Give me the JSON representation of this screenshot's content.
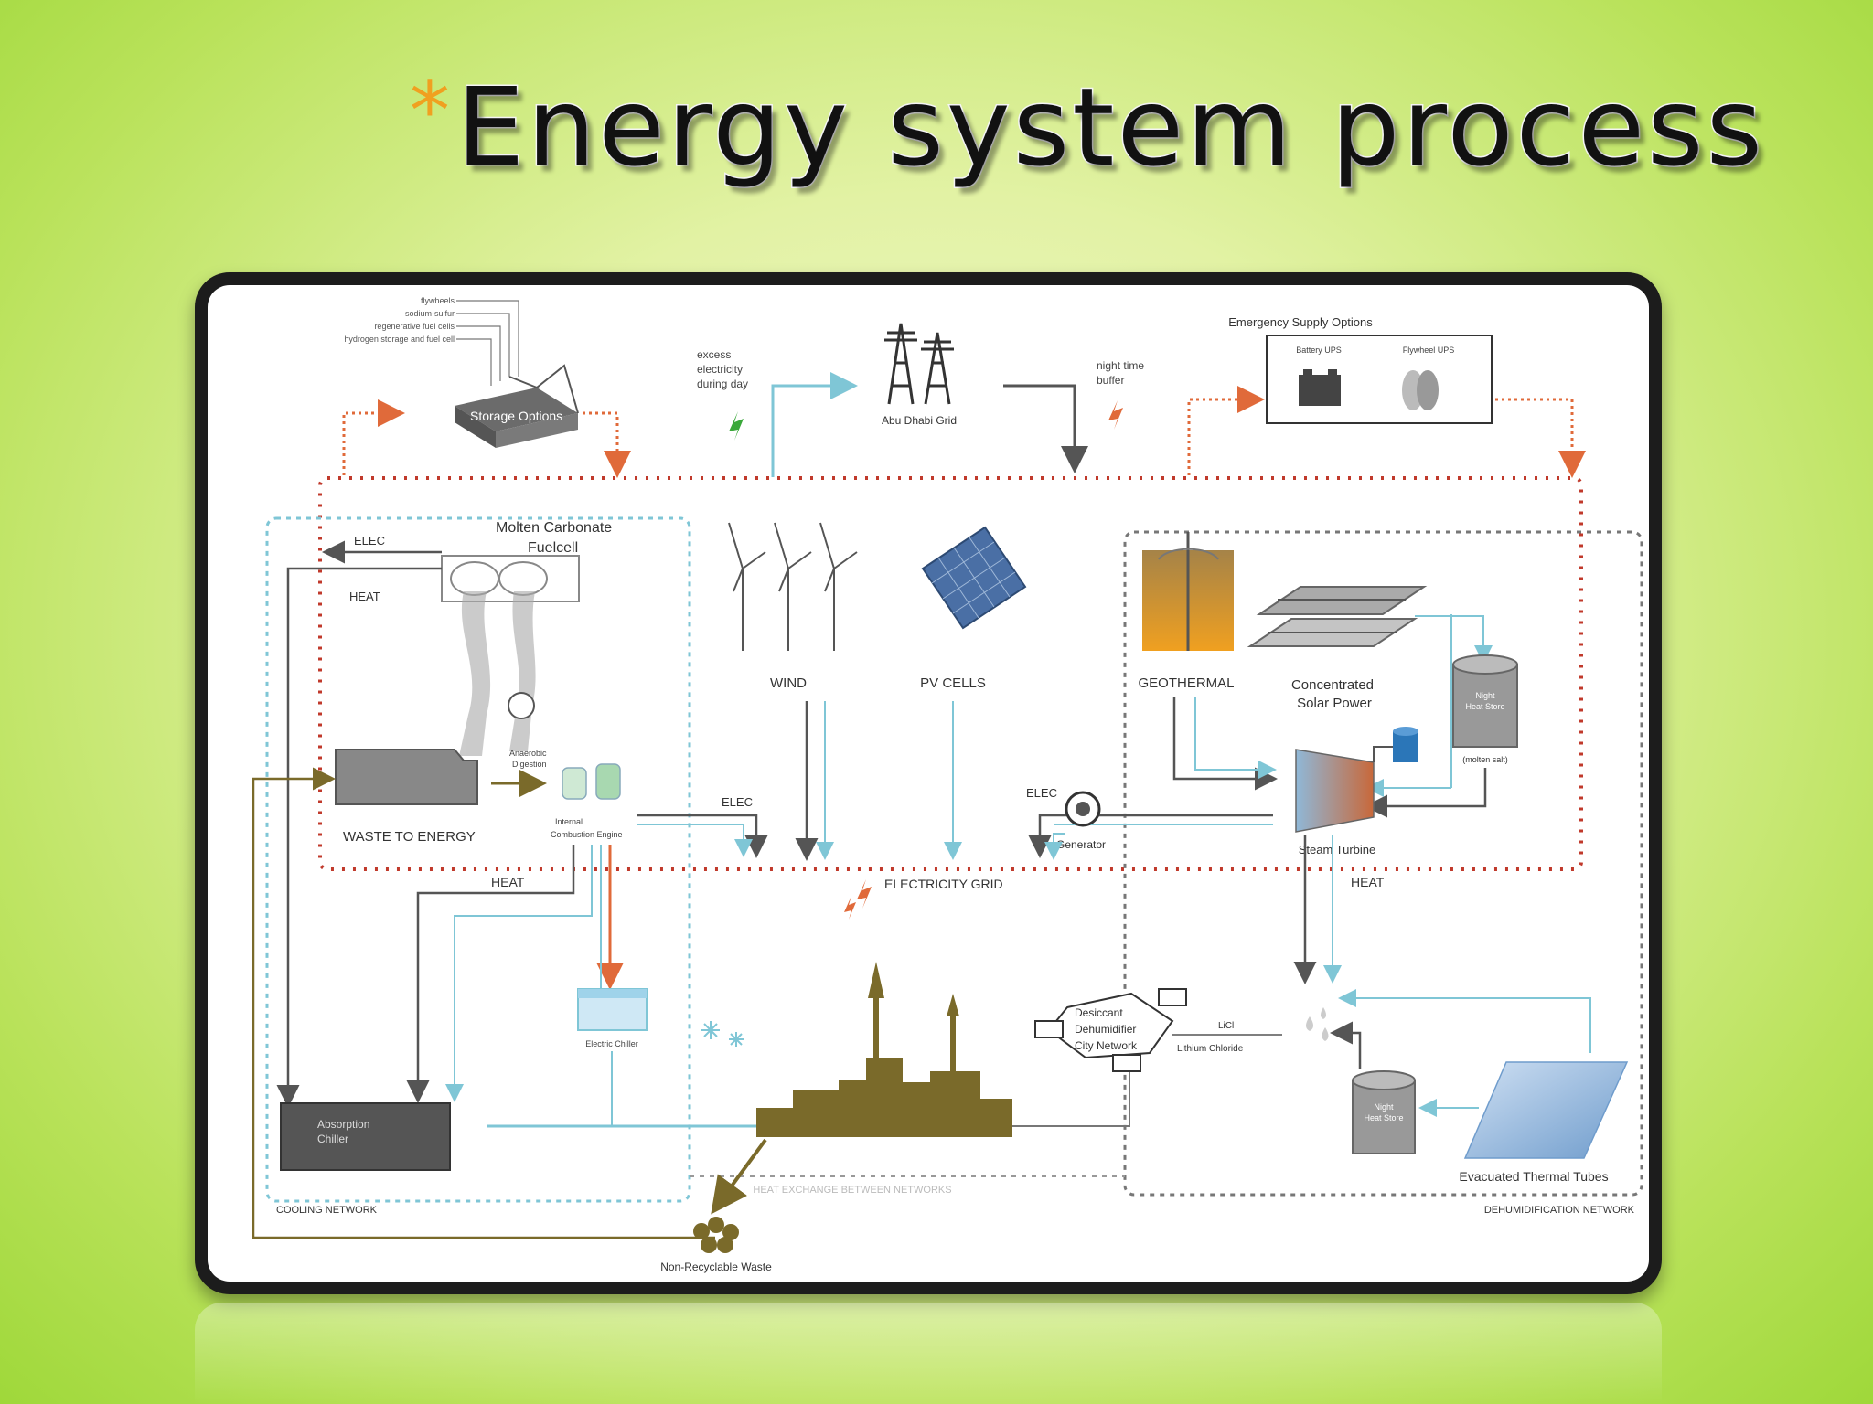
{
  "title": {
    "bullet": "*",
    "text": "Energy system process"
  },
  "diagram": {
    "storage": {
      "label": "Storage Options",
      "items": [
        "flywheels",
        "sodium-sulfur",
        "regenerative fuel cells",
        "hydrogen storage and fuel cell"
      ]
    },
    "excess_label": [
      "excess",
      "electricity",
      "during day"
    ],
    "grid_label": "Abu Dhabi Grid",
    "night_buffer_label": [
      "night time",
      "buffer"
    ],
    "emergency": {
      "title": "Emergency Supply Options",
      "battery": "Battery UPS",
      "flywheel": "Flywheel UPS"
    },
    "fuelcell": {
      "title": "Molten Carbonate",
      "subtitle": "Fuelcell",
      "elec": "ELEC",
      "heat": "HEAT"
    },
    "anaerobic": [
      "Anaerobic",
      "Digestion"
    ],
    "waste_to_energy": "WASTE TO ENERGY",
    "ice": [
      "Internal",
      "Combustion Engine"
    ],
    "ice_elec": "ELEC",
    "wind": "WIND",
    "pv": "PV CELLS",
    "geothermal": "GEOTHERMAL",
    "csp": [
      "Concentrated",
      "Solar Power"
    ],
    "night_heat_store_top": [
      "Night",
      "Heat Store",
      "(molten salt)"
    ],
    "generator": {
      "elec": "ELEC",
      "label": "Generator"
    },
    "steam_turbine": "Steam Turbine",
    "electricity_grid": "ELECTRICITY GRID",
    "heat_left": "HEAT",
    "heat_right": "HEAT",
    "electric_chiller": "Electric Chiller",
    "absorption_chiller": [
      "Absorption",
      "Chiller"
    ],
    "desiccant": [
      "Desiccant",
      "Dehumidifier",
      "City Network"
    ],
    "licl": "LiCl",
    "lithium_chloride": "Lithium Chloride",
    "night_heat_store_bottom": [
      "Night",
      "Heat Store"
    ],
    "evacuated_tubes": "Evacuated Thermal Tubes",
    "cooling_network": "COOLING NETWORK",
    "heat_exchange": "HEAT EXCHANGE BETWEEN NETWORKS",
    "dehumidification_network": "DEHUMIDIFICATION NETWORK",
    "non_recyclable": "Non-Recyclable Waste",
    "colors": {
      "electric_network": "#c0392b",
      "cooling": "#7fc6d6",
      "flow_gray": "#555555",
      "waste_brown": "#7a6a2a",
      "thermal_orange": "#e06a3a"
    }
  }
}
